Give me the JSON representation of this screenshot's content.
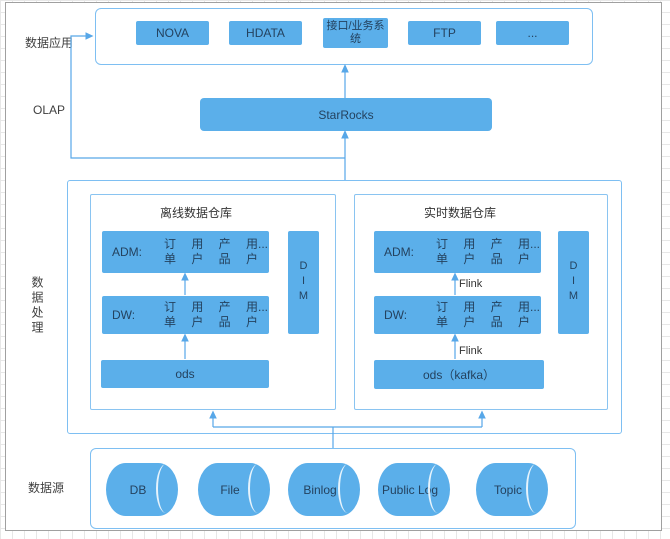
{
  "appearance": {
    "shape_fill": "#5bafea",
    "connector_color": "#57a7e8",
    "container_border": "#7ebff2",
    "text_on_shape": "#24425f",
    "canvas_border": "#a0a0a0"
  },
  "side_labels": {
    "application": "数据应用",
    "olap": "OLAP",
    "processing": "数据处理",
    "source": "数据源"
  },
  "application_layer": {
    "blocks": [
      "NOVA",
      "HDATA",
      "接口/业务系统",
      "FTP",
      "..."
    ]
  },
  "olap_layer": {
    "engine": "StarRocks"
  },
  "processing_layer": {
    "offline": {
      "title": "离线数据仓库",
      "adm_label": "ADM:",
      "adm_line1": "订 用 产 用...",
      "adm_line2": "单 户 品 户",
      "dw_label": "DW:",
      "dw_line1": "订 用 产 用...",
      "dw_line2": "单 户 品 户",
      "dim": "DIM",
      "ods": "ods"
    },
    "realtime": {
      "title": "实时数据仓库",
      "adm_label": "ADM:",
      "adm_line1": "订 用 产 用...",
      "adm_line2": "单 户 品 户",
      "dw_label": "DW:",
      "dw_line1": "订 用 产 用...",
      "dw_line2": "单 户 品 户",
      "dim": "DIM",
      "ods": "ods（kafka）",
      "flink_upper": "Flink",
      "flink_lower": "Flink"
    }
  },
  "source_layer": {
    "cylinders": [
      "DB",
      "File",
      "Binlog",
      "Public Log",
      "Topic"
    ]
  }
}
